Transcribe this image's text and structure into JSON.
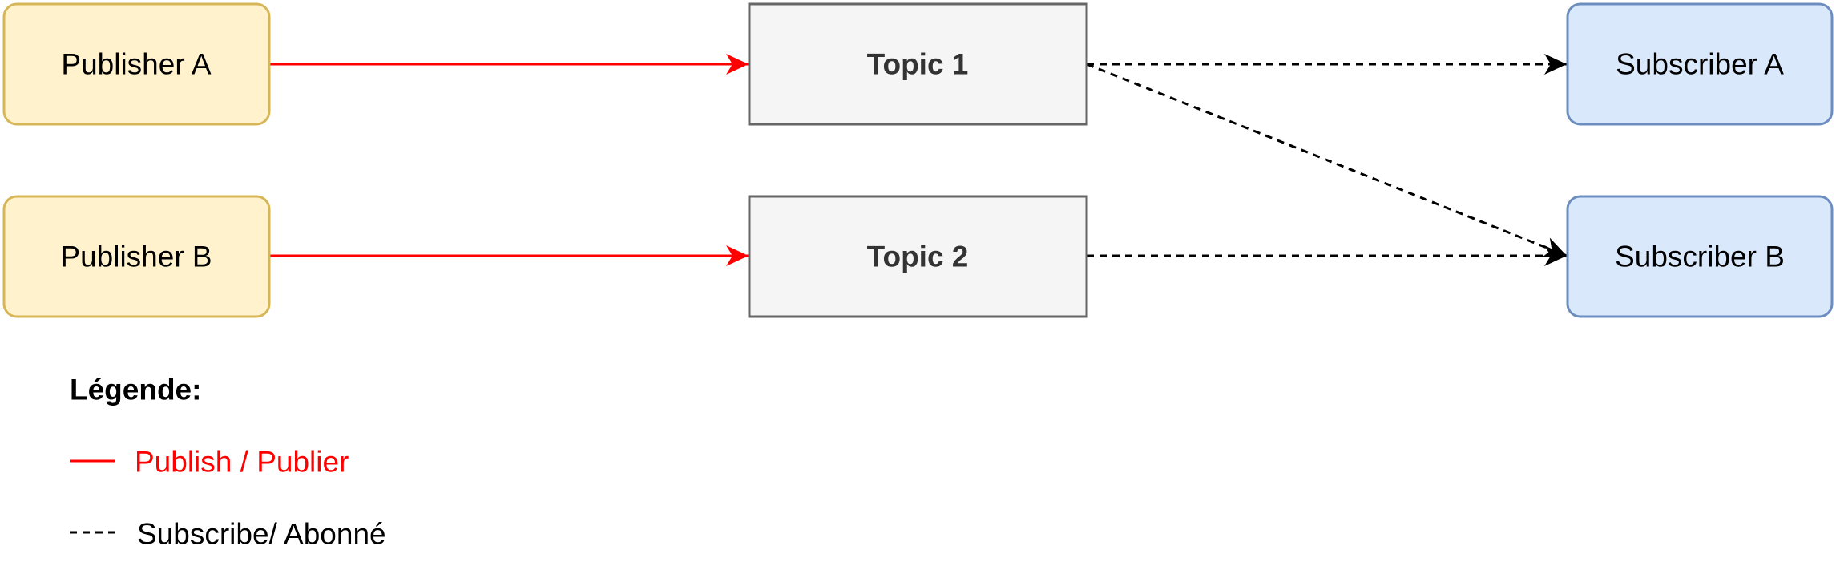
{
  "colors": {
    "publisher_fill": "#fff2cc",
    "publisher_stroke": "#d6b656",
    "topic_fill": "#f5f5f5",
    "topic_stroke": "#666666",
    "subscriber_fill": "#dae8fc",
    "subscriber_stroke": "#6c8ebf",
    "publish_line": "#ff0000",
    "subscribe_line": "#000000"
  },
  "nodes": {
    "publisher_a": "Publisher A",
    "publisher_b": "Publisher B",
    "topic_1": "Topic 1",
    "topic_2": "Topic 2",
    "subscriber_a": "Subscriber A",
    "subscriber_b": "Subscriber B"
  },
  "edges": [
    {
      "from": "Publisher A",
      "to": "Topic 1",
      "style": "publish"
    },
    {
      "from": "Publisher B",
      "to": "Topic 2",
      "style": "publish"
    },
    {
      "from": "Topic 1",
      "to": "Subscriber A",
      "style": "subscribe"
    },
    {
      "from": "Topic 1",
      "to": "Subscriber B",
      "style": "subscribe"
    },
    {
      "from": "Topic 2",
      "to": "Subscriber B",
      "style": "subscribe"
    }
  ],
  "legend": {
    "title": "Légende:",
    "publish_label": "Publish / Publier",
    "subscribe_label": "Subscribe/ Abonné"
  }
}
